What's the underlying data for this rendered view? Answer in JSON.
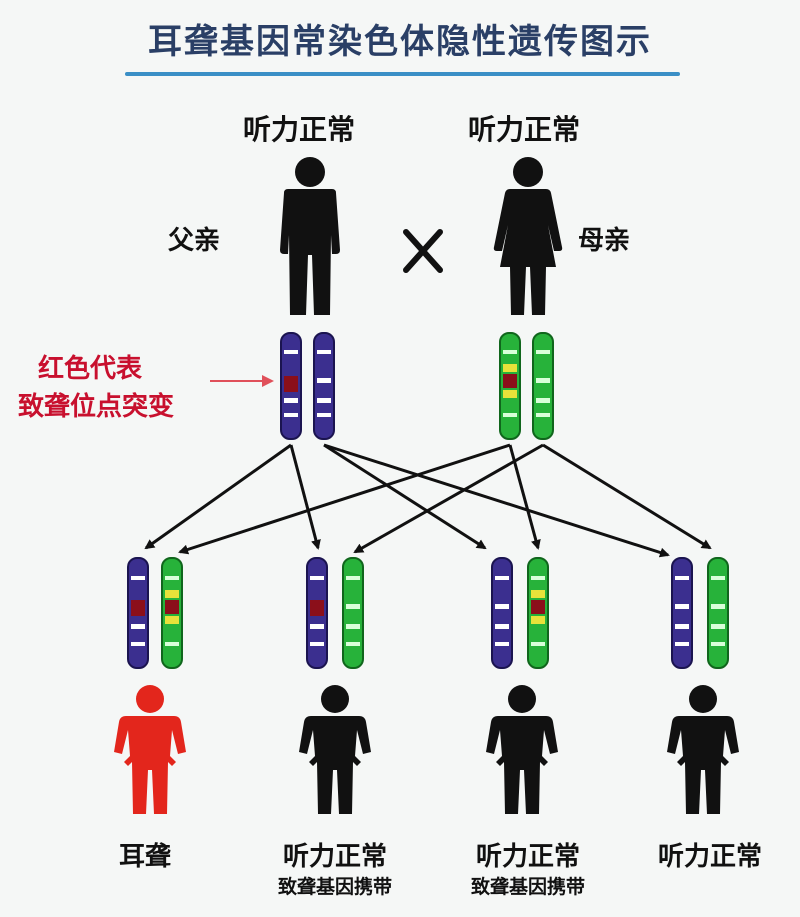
{
  "title": "耳聋基因常染色体隐性遗传图示",
  "parents": {
    "father": {
      "status": "听力正常",
      "role": "父亲"
    },
    "mother": {
      "status": "听力正常",
      "role": "母亲"
    },
    "cross_symbol": "×"
  },
  "legend": {
    "line1": "红色代表",
    "line2": "致聋位点突变"
  },
  "children": [
    {
      "status": "耳聋",
      "note": "",
      "color": "#e3261c"
    },
    {
      "status": "听力正常",
      "note": "致聋基因携带",
      "color": "#111111"
    },
    {
      "status": "听力正常",
      "note": "致聋基因携带",
      "color": "#111111"
    },
    {
      "status": "听力正常",
      "note": "",
      "color": "#111111"
    }
  ],
  "colors": {
    "father_chromosome": "#3b2f8f",
    "mother_chromosome": "#27b23a",
    "mutation": "#8b0f1a",
    "arrow": "#111111",
    "title_rule": "#3a8fc6"
  }
}
